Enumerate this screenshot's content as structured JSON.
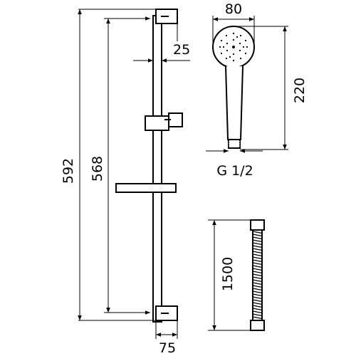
{
  "dimensions": {
    "total_height": "592",
    "hole_spacing": "568",
    "wall_offset": "25",
    "bracket_width": "75",
    "head_diameter": "80",
    "handle_length": "220",
    "thread": "G 1/2",
    "hose_length": "1500"
  }
}
